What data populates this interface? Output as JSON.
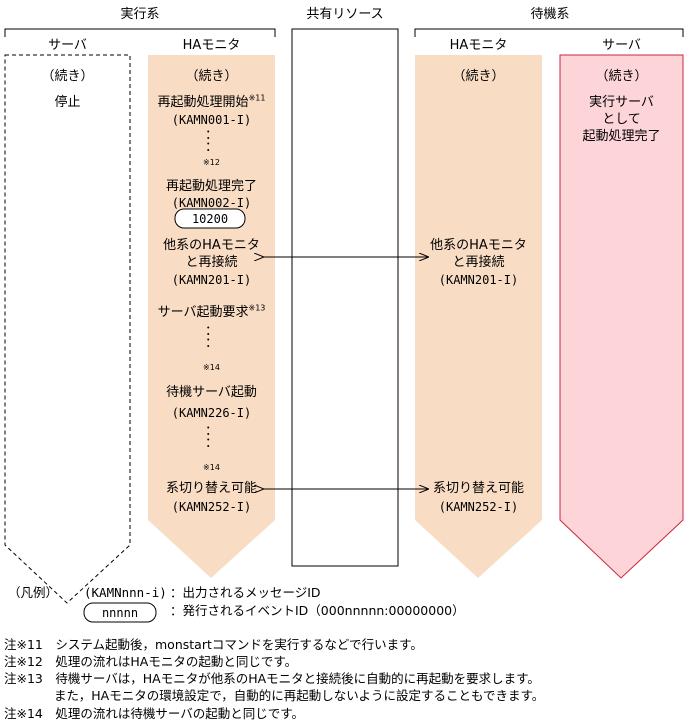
{
  "headers": {
    "active": "実行系",
    "shared": "共有リソース",
    "standby": "待機系"
  },
  "columns": {
    "active_server": "サーバ",
    "active_hamon": "HAモニタ",
    "standby_hamon": "HAモニタ",
    "standby_server": "サーバ"
  },
  "active_server": {
    "continued": "（続き）",
    "stop": "停止"
  },
  "active_hamon": {
    "continued": "（続き）",
    "restart_start": "再起動処理開始",
    "restart_start_note": "※11",
    "msg1": "(KAMN001-I)",
    "dots": "：",
    "note12": "※12",
    "restart_done": "再起動処理完了",
    "msg2": "(KAMN002-I)",
    "event": "10200",
    "reconnect_line1": "他系のHAモニタ",
    "reconnect_line2": "と再接続",
    "msg3": "(KAMN201-I)",
    "server_request": "サーバ起動要求",
    "server_request_note": "※13",
    "note14a": "※14",
    "standby_start": "待機サーバ起動",
    "msg4": "(KAMN226-I)",
    "note14b": "※14",
    "switchable": "系切り替え可能",
    "msg5": "(KAMN252-I)"
  },
  "standby_hamon": {
    "continued": "（続き）",
    "reconnect_line1": "他系のHAモニタ",
    "reconnect_line2": "と再接続",
    "msg3": "(KAMN201-I)",
    "switchable": "系切り替え可能",
    "msg5": "(KAMN252-I)"
  },
  "standby_server": {
    "continued": "（続き）",
    "line1": "実行サーバ",
    "line2": "として",
    "line3": "起動処理完了"
  },
  "legend": {
    "title": "（凡例）",
    "msg_sample": "(KAMNnnn-i)",
    "msg_desc": "：出力されるメッセージID",
    "event_sample": "nnnnn",
    "event_desc": "：発行されるイベントID（000nnnnn:00000000）"
  },
  "notes": [
    "注※11　システム起動後，monstartコマンドを実行するなどで行います。",
    "注※12　処理の流れはHAモニタの起動と同じです。",
    "注※13　待機サーバは，HAモニタが他系のHAモニタと接続後に自動的に再起動を要求します。",
    "　　　　また，HAモニタの環境設定で，自動的に再起動しないように設定することもできます。",
    "注※14　処理の流れは待機サーバの起動と同じです。"
  ],
  "colors": {
    "hamon_fill": "#f9dcc4",
    "standby_server_fill": "#fdd5d8",
    "standby_server_stroke": "#c8283c"
  }
}
